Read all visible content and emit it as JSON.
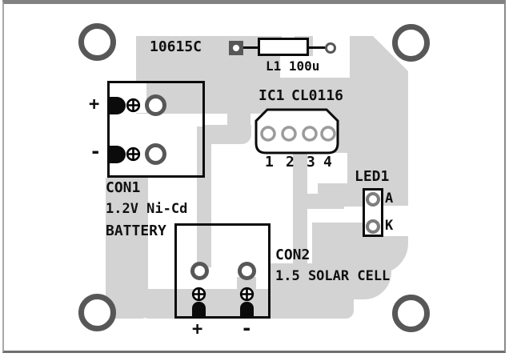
{
  "diagram_type": "pcb-component-layout",
  "colors": {
    "board": "#ffffff",
    "copper_pour": "#d3d3d3",
    "pad_dark_gray": "#575757",
    "ic_pin_ring": "#9b9b9b",
    "led_pad_ring": "#7d7d7d",
    "silkscreen_text": "#101010"
  },
  "silkscreen": {
    "board_id": "10615C"
  },
  "inductor": {
    "label": "L1 100u"
  },
  "ic": {
    "ref": "IC1",
    "part": "CL0116",
    "pins": [
      "1",
      "2",
      "3",
      "4"
    ]
  },
  "con1": {
    "ref": "CON1",
    "desc_line1": "1.2V Ni-Cd",
    "desc_line2": "BATTERY",
    "plus": "+",
    "minus": "-"
  },
  "con2": {
    "ref": "CON2",
    "desc": "1.5 SOLAR CELL",
    "plus": "+",
    "minus": "-"
  },
  "led": {
    "ref": "LED1",
    "anode": "A",
    "cathode": "K"
  }
}
